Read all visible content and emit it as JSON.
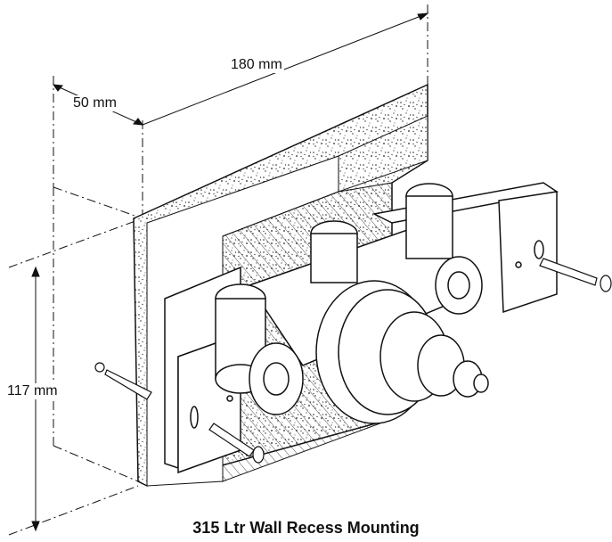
{
  "dimensions": {
    "width_label": "180 mm",
    "depth_label": "50 mm",
    "height_label": "117 mm"
  },
  "caption": "315 Ltr Wall Recess Mounting",
  "colors": {
    "ink": "#111111",
    "paper": "#ffffff"
  }
}
